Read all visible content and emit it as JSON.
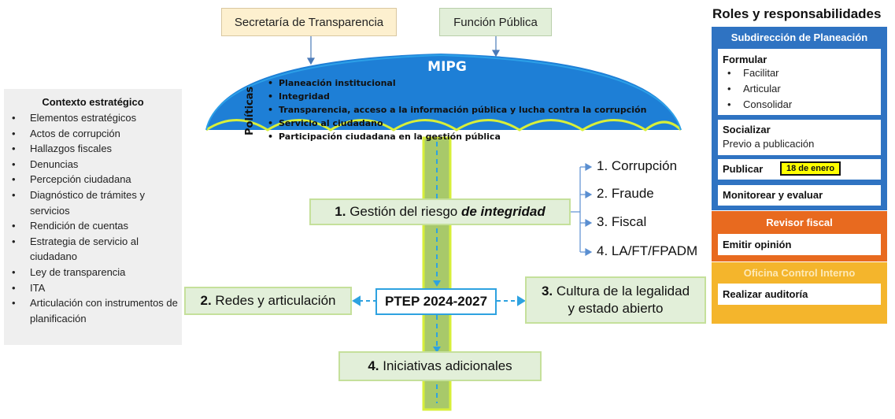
{
  "sources": {
    "secretaria": "Secretaría de Transparencia",
    "funcion_publica": "Función Pública"
  },
  "umbrella": {
    "title": "MIPG",
    "politicas_label": "Políticas",
    "policies": [
      "Planeación institucional",
      "Integridad",
      "Transparencia, acceso a la información pública y lucha contra la corrupción",
      "Servicio al ciudadano",
      "Participación ciudadana en la gestión pública"
    ],
    "colors": {
      "canopy": "#1e7fd6",
      "rim": "#2ca0e8",
      "handle": "#a8c96a",
      "shaft_border": "#d7ef3a"
    }
  },
  "context": {
    "title": "Contexto estratégico",
    "items": [
      "Elementos estratégicos",
      "Actos de corrupción",
      "Hallazgos fiscales",
      "Denuncias",
      "Percepción ciudadana",
      "Diagnóstico de trámites y servicios",
      "Rendición de cuentas",
      "Estrategia de servicio al ciudadano",
      "Ley de transparencia",
      "ITA",
      "Articulación con instrumentos de planificación"
    ]
  },
  "process": {
    "gestion_num": "1.",
    "gestion_text": "Gestión del riesgo",
    "gestion_em": "de integridad",
    "risks": [
      "1. Corrupción",
      "2. Fraude",
      "3. Fiscal",
      "4. LA/FT/FPADM"
    ],
    "ptep": "PTEP 2024-2027",
    "redes_num": "2.",
    "redes_text": "Redes y articulación",
    "cultura_num": "3.",
    "cultura_line1": "Cultura de la legalidad",
    "cultura_line2": "y estado abierto",
    "iniciativas_num": "4.",
    "iniciativas_text": "Iniciativas adicionales"
  },
  "roles": {
    "title": "Roles y responsabilidades",
    "subdireccion": {
      "header": "Subdirección de Planeación",
      "formular": "Formular",
      "formular_items": [
        "Facilitar",
        "Articular",
        "Consolidar"
      ],
      "socializar": "Socializar",
      "socializar_sub": "Previo a publicación",
      "publicar": "Publicar",
      "publicar_date": "18 de enero",
      "monitorear": "Monitorear y evaluar"
    },
    "revisor": {
      "header": "Revisor fiscal",
      "action": "Emitir opinión"
    },
    "control": {
      "header": "Oficina Control Interno",
      "action": "Realizar auditoría"
    }
  }
}
